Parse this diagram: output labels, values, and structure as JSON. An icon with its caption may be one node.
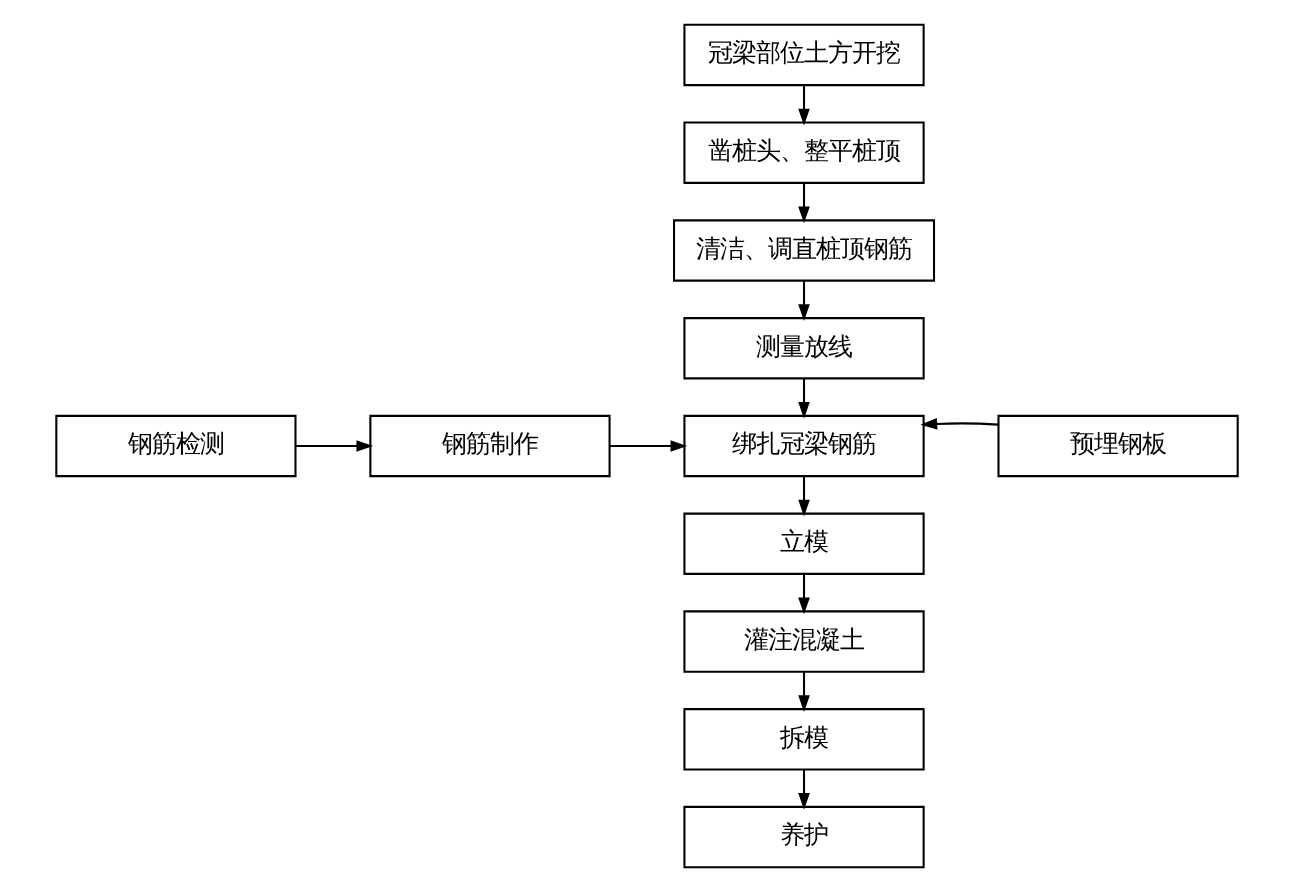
{
  "diagram": {
    "nodes": [
      {
        "text": [
          "冠梁部位土方开挖"
        ]
      },
      {
        "text": [
          "凿桩头、整平桩顶"
        ]
      },
      {
        "text": [
          "清洁、调直桩顶钢筋"
        ]
      },
      {
        "text": [
          "测量放线"
        ]
      },
      {
        "text": [
          "钢筋检测"
        ]
      },
      {
        "text": [
          "钢筋制作"
        ]
      },
      {
        "text": [
          "绑扎冠梁钢筋"
        ]
      },
      {
        "text": [
          "预埋钢板"
        ]
      },
      {
        "text": [
          "立模"
        ]
      },
      {
        "text": [
          "灌注混凝土"
        ]
      },
      {
        "text": [
          "拆模"
        ]
      },
      {
        "text": [
          "养护"
        ]
      }
    ],
    "edges": [
      {
        "from": 0,
        "to": 1,
        "arrow": "to"
      },
      {
        "from": 1,
        "to": 2,
        "arrow": "to"
      },
      {
        "from": 2,
        "to": 3,
        "arrow": "to"
      },
      {
        "from": 3,
        "to": 6,
        "arrow": "to"
      },
      {
        "from": 4,
        "to": 5,
        "arrow": "to"
      },
      {
        "from": 5,
        "to": 6,
        "arrow": "to"
      },
      {
        "from": 7,
        "to": 6,
        "arrow": "to"
      },
      {
        "from": 6,
        "to": 8,
        "arrow": "to"
      },
      {
        "from": 8,
        "to": 9,
        "arrow": "to"
      },
      {
        "from": 9,
        "to": 10,
        "arrow": "to"
      },
      {
        "from": 10,
        "to": 11,
        "arrow": "to"
      }
    ]
  }
}
